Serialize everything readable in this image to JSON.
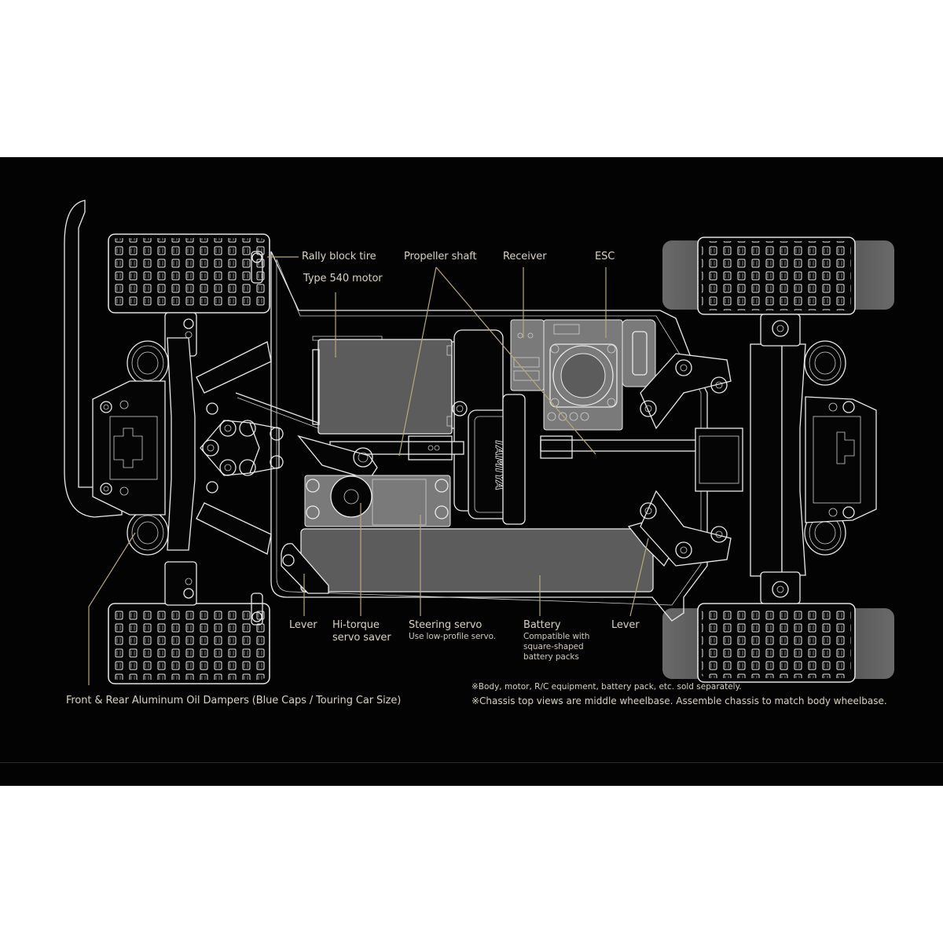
{
  "diagram": {
    "background": "#030303",
    "label_color": "#d8d2c0",
    "leader_color": "#b8a878",
    "line_color": "#eaeaea",
    "component_fill": "#5c5c5c",
    "brand_mark": "TAMIYA"
  },
  "labels": {
    "rally_block_tire": "Rally block tire",
    "type_540_motor": "Type 540 motor",
    "propeller_shaft": "Propeller shaft",
    "receiver": "Receiver",
    "esc": "ESC",
    "lever_left": "Lever",
    "hi_torque_servo_saver": "Hi-torque servo saver",
    "steering_servo": "Steering servo",
    "steering_servo_note": "Use low-profile servo.",
    "battery": "Battery",
    "battery_note": "Compatible with square-shaped battery packs",
    "lever_right": "Lever",
    "dampers": "Front & Rear Aluminum Oil Dampers (Blue Caps / Touring Car Size)"
  },
  "notes": [
    "※Body, motor, R/C equipment, battery pack, etc. sold separately.",
    "※Chassis top views are middle wheelbase. Assemble chassis to match body wheelbase."
  ]
}
